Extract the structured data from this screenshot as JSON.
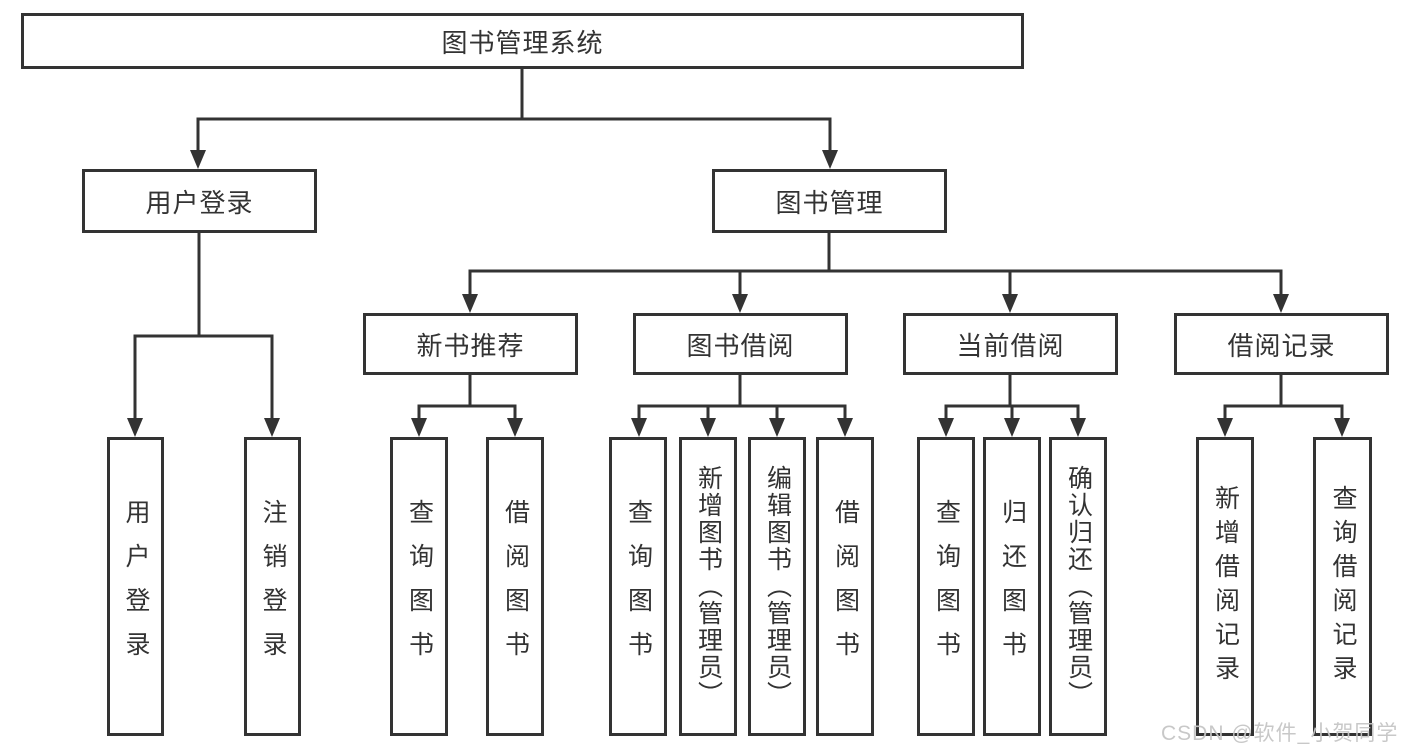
{
  "diagram": {
    "root": {
      "label": "图书管理系统"
    },
    "branches": [
      {
        "label": "用户登录",
        "children": [
          {
            "label": "用户登录"
          },
          {
            "label": "注销登录"
          }
        ]
      },
      {
        "label": "图书管理",
        "children": [
          {
            "label": "新书推荐",
            "children": [
              {
                "label": "查询图书"
              },
              {
                "label": "借阅图书"
              }
            ]
          },
          {
            "label": "图书借阅",
            "children": [
              {
                "label": "查询图书"
              },
              {
                "label": "新增图书（管理员）"
              },
              {
                "label": "编辑图书（管理员）"
              },
              {
                "label": "借阅图书"
              }
            ]
          },
          {
            "label": "当前借阅",
            "children": [
              {
                "label": "查询图书"
              },
              {
                "label": "归还图书"
              },
              {
                "label": "确认归还（管理员）"
              }
            ]
          },
          {
            "label": "借阅记录",
            "children": [
              {
                "label": "新增借阅记录"
              },
              {
                "label": "查询借阅记录"
              }
            ]
          }
        ]
      }
    ]
  },
  "watermark": {
    "text": "CSDN @软件_小贺同学"
  },
  "colors": {
    "line": "#333333",
    "box_border": "#333333",
    "text": "#333333",
    "watermark": "#c6c6c6",
    "background": "#ffffff"
  }
}
